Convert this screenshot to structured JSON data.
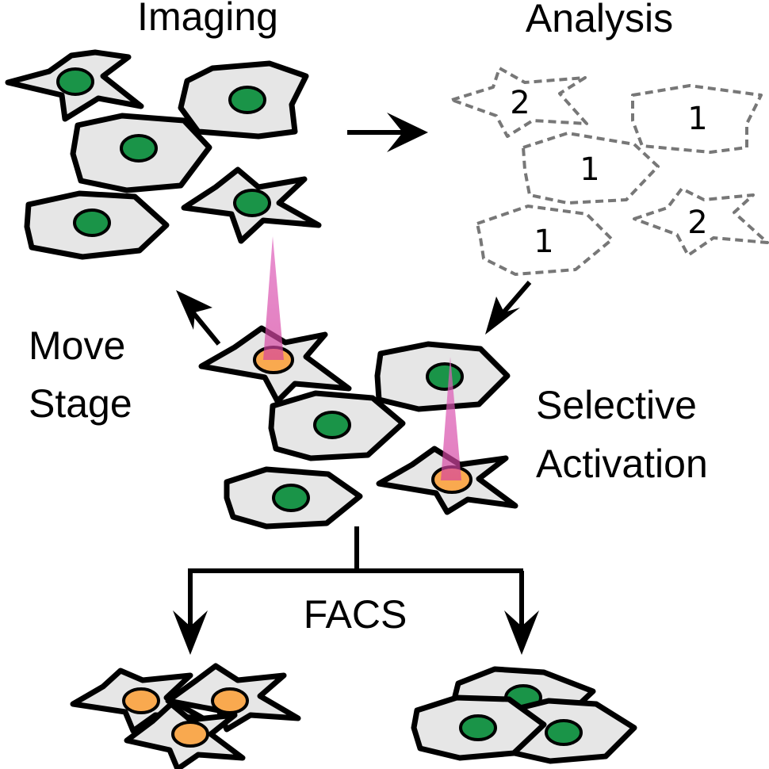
{
  "labels": {
    "imaging": "Imaging",
    "analysis": "Analysis",
    "move_stage": [
      "Move",
      "Stage"
    ],
    "selective_activation": [
      "Selective",
      "Activation"
    ],
    "facs": "FACS"
  },
  "analysis_counts": [
    "2",
    "1",
    "1",
    "2",
    "1"
  ],
  "colors": {
    "cell_fill": "#e6e6e6",
    "cell_stroke": "#000000",
    "nucleus_green": "#1a9448",
    "nucleus_orange": "#f9a94f",
    "laser_pink": "#e064bf",
    "dashed_outline": "#777777"
  }
}
